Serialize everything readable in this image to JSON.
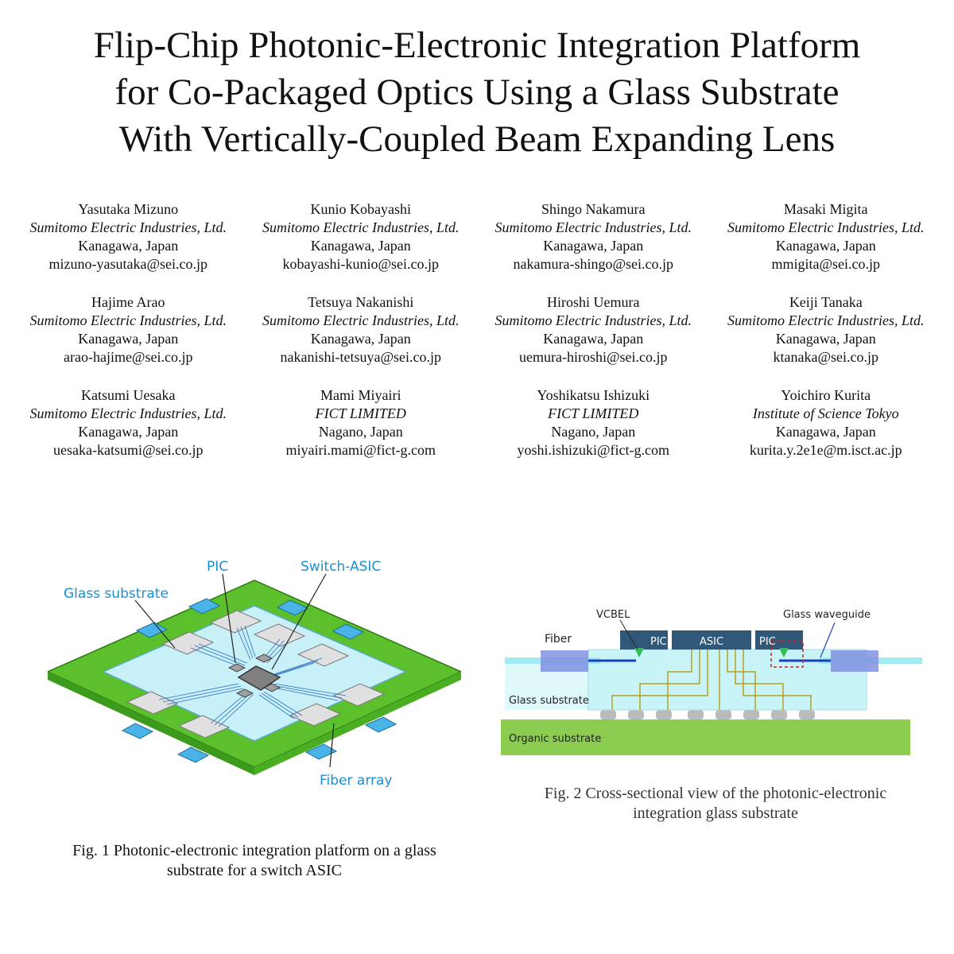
{
  "title_lines": [
    "Flip-Chip Photonic-Electronic Integration Platform",
    "for Co-Packaged Optics Using a Glass Substrate",
    "With Vertically-Coupled Beam Expanding Lens"
  ],
  "authors": [
    {
      "name": "Yasutaka Mizuno",
      "affiliation": "Sumitomo Electric Industries, Ltd.",
      "location": "Kanagawa, Japan",
      "email": "mizuno-yasutaka@sei.co.jp"
    },
    {
      "name": "Kunio Kobayashi",
      "affiliation": "Sumitomo Electric Industries, Ltd.",
      "location": "Kanagawa, Japan",
      "email": "kobayashi-kunio@sei.co.jp"
    },
    {
      "name": "Shingo Nakamura",
      "affiliation": "Sumitomo Electric Industries, Ltd.",
      "location": "Kanagawa, Japan",
      "email": "nakamura-shingo@sei.co.jp"
    },
    {
      "name": "Masaki Migita",
      "affiliation": "Sumitomo Electric Industries, Ltd.",
      "location": "Kanagawa, Japan",
      "email": "mmigita@sei.co.jp"
    },
    {
      "name": "Hajime Arao",
      "affiliation": "Sumitomo Electric Industries, Ltd.",
      "location": "Kanagawa, Japan",
      "email": "arao-hajime@sei.co.jp"
    },
    {
      "name": "Tetsuya Nakanishi",
      "affiliation": "Sumitomo Electric Industries, Ltd.",
      "location": "Kanagawa, Japan",
      "email": "nakanishi-tetsuya@sei.co.jp"
    },
    {
      "name": "Hiroshi Uemura",
      "affiliation": "Sumitomo Electric Industries, Ltd.",
      "location": "Kanagawa, Japan",
      "email": "uemura-hiroshi@sei.co.jp"
    },
    {
      "name": "Keiji Tanaka",
      "affiliation": "Sumitomo Electric Industries, Ltd.",
      "location": "Kanagawa, Japan",
      "email": "ktanaka@sei.co.jp"
    },
    {
      "name": "Katsumi Uesaka",
      "affiliation": "Sumitomo Electric Industries, Ltd.",
      "location": "Kanagawa, Japan",
      "email": "uesaka-katsumi@sei.co.jp"
    },
    {
      "name": "Mami Miyairi",
      "affiliation": "FICT LIMITED",
      "location": "Nagano, Japan",
      "email": "miyairi.mami@fict-g.com"
    },
    {
      "name": "Yoshikatsu Ishizuki",
      "affiliation": "FICT LIMITED",
      "location": "Nagano, Japan",
      "email": "yoshi.ishizuki@fict-g.com"
    },
    {
      "name": "Yoichiro Kurita",
      "affiliation": "Institute of Science Tokyo",
      "location": "Kanagawa, Japan",
      "email": "kurita.y.2e1e@m.isct.ac.jp"
    }
  ],
  "fig1": {
    "labels": {
      "pic": "PIC",
      "switch_asic": "Switch-ASIC",
      "glass_substrate": "Glass substrate",
      "fiber_array": "Fiber array"
    },
    "caption_lines": [
      "Fig. 1 Photonic-electronic integration platform on a glass",
      "substrate for a switch ASIC"
    ],
    "colors": {
      "board": "#5cc02c",
      "glass": "#c8f0f8",
      "asic": "#808080",
      "label": "#1a8fd0"
    }
  },
  "fig2": {
    "labels": {
      "vcbel": "VCBEL",
      "glass_waveguide": "Glass waveguide",
      "fiber": "Fiber",
      "pic_left": "PIC",
      "asic": "ASIC",
      "pic_right": "PIC",
      "glass_substrate": "Glass substrate",
      "organic_substrate": "Organic substrate"
    },
    "caption_lines": [
      "Fig. 2 Cross-sectional view of the photonic-electronic",
      "integration glass substrate"
    ],
    "colors": {
      "organic": "#8ccc50",
      "glass": "#c8f4f8",
      "chip": "#305878",
      "fiber": "#8090e0"
    }
  }
}
